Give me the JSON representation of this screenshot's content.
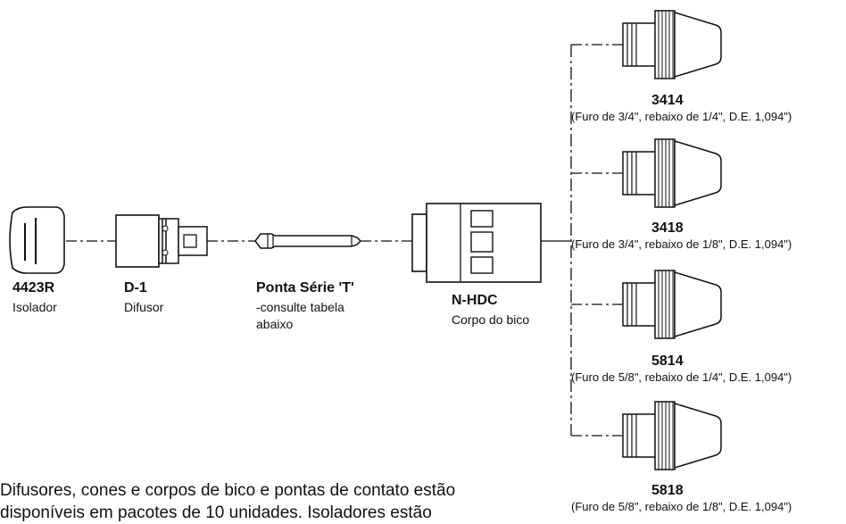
{
  "parts": [
    {
      "code": "4423R",
      "desc": "Isolador"
    },
    {
      "code": "D-1",
      "desc": "Difusor"
    },
    {
      "code": "Ponta Série 'T'",
      "desc_lines": [
        "-consulte tabela",
        "abaixo"
      ]
    },
    {
      "code": "N-HDC",
      "desc": "Corpo do bico"
    }
  ],
  "nozzles": [
    {
      "code": "3414",
      "spec": "(Furo de 3/4\", rebaixo de 1/4\", D.E. 1,094\")"
    },
    {
      "code": "3418",
      "spec": "(Furo de 3/4\", rebaixo de 1/8\", D.E. 1,094\")"
    },
    {
      "code": "5814",
      "spec": "(Furo de 5/8\", rebaixo de 1/4\", D.E. 1,094\")"
    },
    {
      "code": "5818",
      "spec": "(Furo de 5/8\", rebaixo de 1/8\", D.E. 1,094\")"
    }
  ],
  "note": [
    "Difusores, cones e corpos de bico e pontas de contato estão",
    "disponíveis em pacotes de 10 unidades. Isoladores estão"
  ]
}
